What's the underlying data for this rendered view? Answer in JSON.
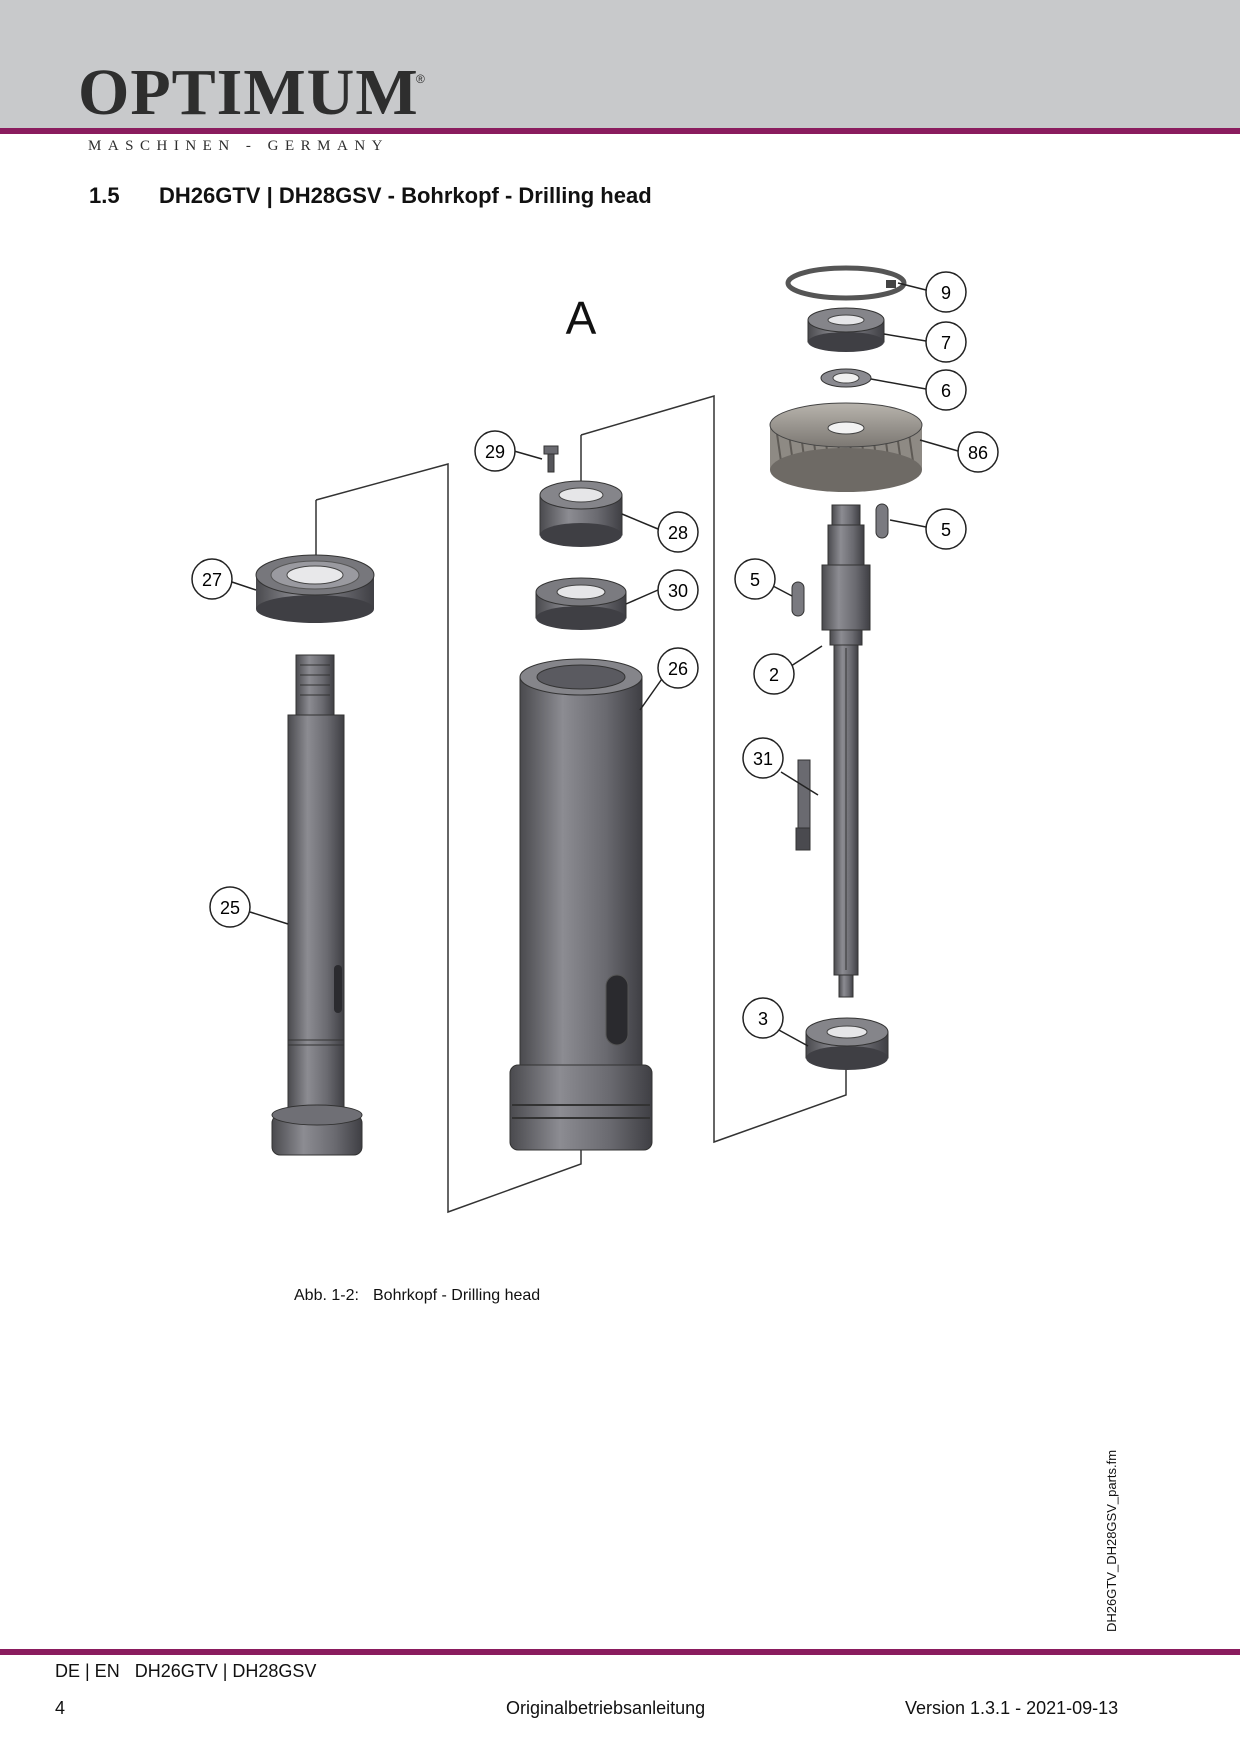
{
  "header": {
    "logo_text": "OPTIMUM",
    "logo_reg": "®",
    "tagline": "MASCHINEN - GERMANY"
  },
  "section": {
    "number": "1.5",
    "title": "DH26GTV | DH28GSV - Bohrkopf - Drilling head"
  },
  "diagram": {
    "view_label": "A",
    "callouts": [
      "9",
      "7",
      "6",
      "86",
      "5",
      "5",
      "2",
      "31",
      "3",
      "29",
      "28",
      "30",
      "26",
      "27",
      "25"
    ]
  },
  "caption": {
    "label": "Abb. 1-2:",
    "text": "Bohrkopf - Drilling head"
  },
  "side_file": "DH26GTV_DH28GSV_parts.fm",
  "footer": {
    "languages": "DE | EN",
    "models": "DH26GTV | DH28GSV",
    "page": "4",
    "doc": "Originalbetriebsanleitung",
    "version": "Version 1.3.1 - 2021-09-13"
  },
  "colors": {
    "accent": "#8a1c5e",
    "header_band": "#c8c9cb"
  }
}
